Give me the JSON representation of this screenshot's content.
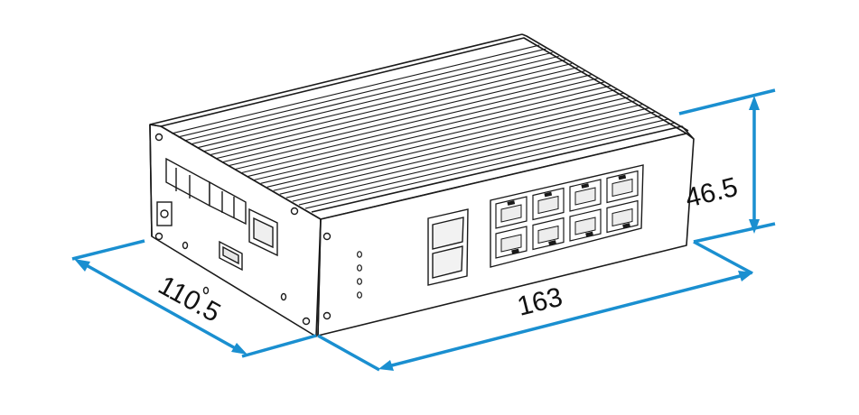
{
  "dimensions": {
    "depth": "110.5",
    "width": "163",
    "height": "46.5"
  },
  "colors": {
    "dimension_line": "#1a8fd0",
    "outline": "#1a1a1a",
    "body_fill": "#ffffff"
  },
  "components": {
    "front_ports": {
      "rj45_count": 8,
      "sfp_count": 2,
      "led_count": 4
    },
    "side_ports": {
      "rj45_count": 1,
      "usb_count": 1,
      "terminal_pins": 3
    }
  }
}
